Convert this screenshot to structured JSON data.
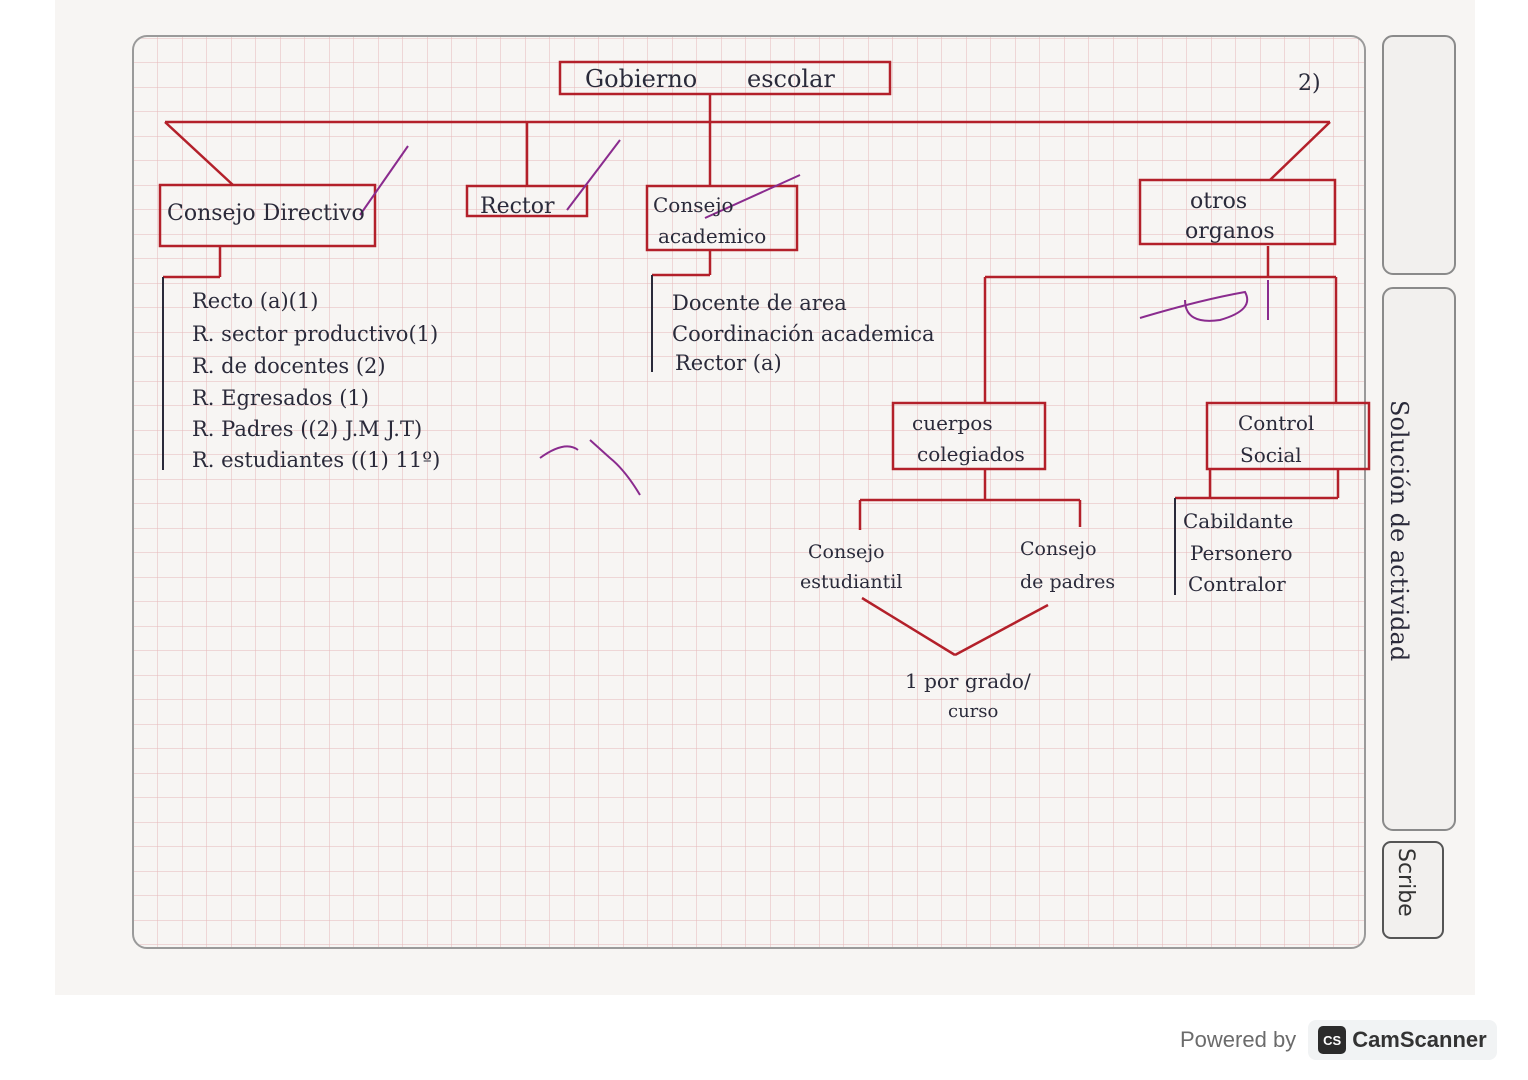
{
  "title": "Gobierno escolar",
  "title_words": [
    "Gobierno",
    "escolar"
  ],
  "page_number": "2)",
  "nodes": {
    "consejo_directivo": "Consejo Directivo",
    "rector": "Rector",
    "consejo_academico": [
      "Consejo",
      "academico"
    ],
    "otros_organos": [
      "otros",
      "organos"
    ],
    "cuerpos_colegiados": [
      "cuerpos",
      "colegiados"
    ],
    "control_social": [
      "Control",
      "Social"
    ],
    "consejo_estudiantil": [
      "Consejo",
      "estudiantil"
    ],
    "consejo_padres": [
      "Consejo",
      "de padres"
    ],
    "por_grado": [
      "1 por grado/",
      "curso"
    ]
  },
  "lists": {
    "directivo": [
      "Recto (a)(1)",
      "R. sector productivo(1)",
      "R. de docentes (2)",
      "R. Egresados (1)",
      "R. Padres ((2) J.M  J.T)",
      "R. estudiantes ((1) 11º)"
    ],
    "academico": [
      "Docente de area",
      "Coordinación academica",
      "Rector (a)"
    ],
    "control": [
      "Cabildante",
      "Personero",
      "Contralor"
    ]
  },
  "side_label": "Solución de actividad",
  "tab_label": "Scribe",
  "footer": {
    "powered_by": "Powered by",
    "brand": "CamScanner",
    "brand_short": "CS"
  },
  "colors": {
    "red": "#b3202a",
    "ink": "#2a2a3a",
    "grid": "#e6b8b8",
    "purple": "#8a2b8e"
  }
}
